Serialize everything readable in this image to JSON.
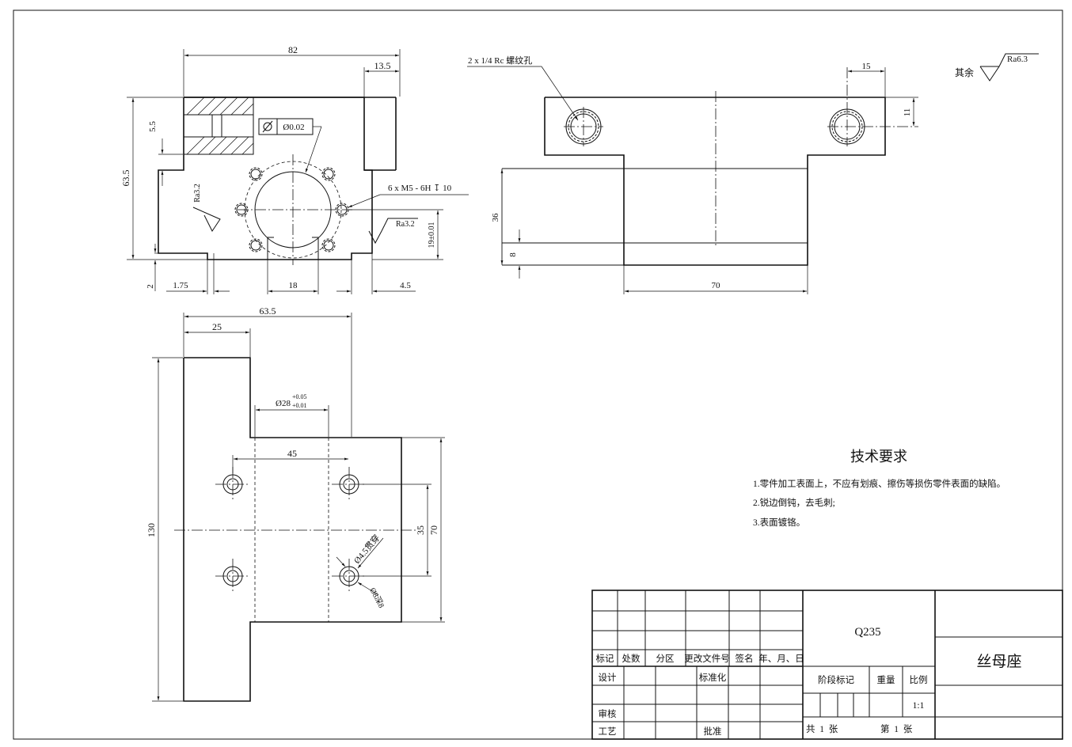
{
  "dimensions": {
    "top_width_82": "82",
    "right_13_5": "13.5",
    "height_63_5": "63.5",
    "d_5_5": "5.5",
    "d_2": "2",
    "d_1_75": "1.75",
    "d_18": "18",
    "d_4_5": "4.5",
    "tol_19": "19±0.01",
    "width_63_5": "63.5",
    "d_25": "25",
    "bore_28_base": "Ø28",
    "bore_28_upper": "+0.05",
    "bore_28_lower": "+0.01",
    "d_45": "45",
    "d_130": "130",
    "d_35": "35",
    "d_70_vertical": "70",
    "hole_4_5": "Ø4.5贯穿",
    "cbore_8": "Ø8深8",
    "side_15": "15",
    "side_11": "11",
    "side_36": "36",
    "side_8": "8",
    "side_70": "70"
  },
  "callouts": {
    "roughness_left": "Ra3.2",
    "roughness_right": "Ra3.2",
    "flatness_value": "Ø0.02",
    "m5_holes": "6 x M5 - 6H ↧ 10",
    "rc_holes": "2 x 1/4 Rc 螺纹孔",
    "general_roughness_label": "其余",
    "general_roughness_value": "Ra6.3"
  },
  "tech_requirements": {
    "title": "技术要求",
    "items": [
      "1.零件加工表面上，不应有划痕、擦伤等损伤零件表面的缺陷。",
      "2.锐边倒钝，去毛刺;",
      "3.表面镀铬。"
    ]
  },
  "title_block": {
    "header_cells": [
      "标记",
      "处数",
      "分区",
      "更改文件号",
      "签名",
      "年、月、日"
    ],
    "design": "设计",
    "standardization": "标准化",
    "review": "审核",
    "process": "工艺",
    "approve": "批准",
    "material": "Q235",
    "stage_mark": "阶段标记",
    "weight": "重量",
    "scale_label": "比例",
    "scale_value": "1:1",
    "sheets_total": "共  1  张",
    "sheet_no": "第  1  张",
    "part_name": "丝母座"
  }
}
